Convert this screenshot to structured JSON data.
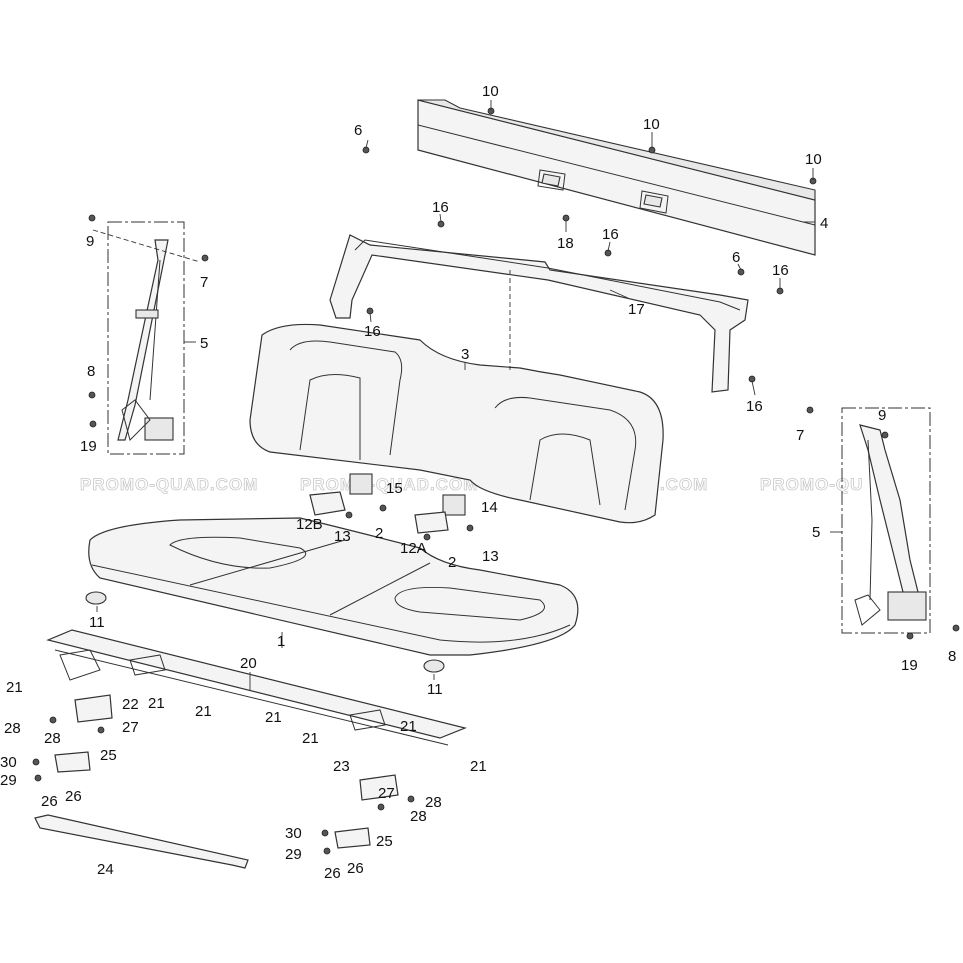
{
  "watermarks": [
    "PROMO-QUAD.COM",
    "PROMO-QUAD.COM",
    "PROMO-QUAD.COM",
    "PROMO-QU"
  ],
  "callouts": {
    "c10a": "10",
    "c10b": "10",
    "c10c": "10",
    "c6a": "6",
    "c6b": "6",
    "c4": "4",
    "c16a": "16",
    "c16b": "16",
    "c16c": "16",
    "c16d": "16",
    "c16e": "16",
    "c18": "18",
    "c17": "17",
    "c3": "3",
    "c9a": "9",
    "c7a": "7",
    "c5a": "5",
    "c8a": "8",
    "c19a": "19",
    "c9b": "9",
    "c7b": "7",
    "c5b": "5",
    "c8b": "8",
    "c19b": "19",
    "c15": "15",
    "c14": "14",
    "c12B": "12B",
    "c12A": "12A",
    "c13a": "13",
    "c13b": "13",
    "c2a": "2",
    "c2b": "2",
    "c11a": "11",
    "c11b": "11",
    "c1": "1",
    "c20": "20",
    "c21a": "21",
    "c21b": "21",
    "c21c": "21",
    "c21d": "21",
    "c21e": "21",
    "c21f": "21",
    "c21g": "21",
    "c22": "22",
    "c23": "23",
    "c28a": "28",
    "c28b": "28",
    "c28c": "28",
    "c28d": "28",
    "c27a": "27",
    "c27b": "27",
    "c25a": "25",
    "c25b": "25",
    "c30a": "30",
    "c30b": "30",
    "c29a": "29",
    "c29b": "29",
    "c26a": "26",
    "c26b": "26",
    "c26c": "26",
    "c26d": "26",
    "c24": "24"
  }
}
